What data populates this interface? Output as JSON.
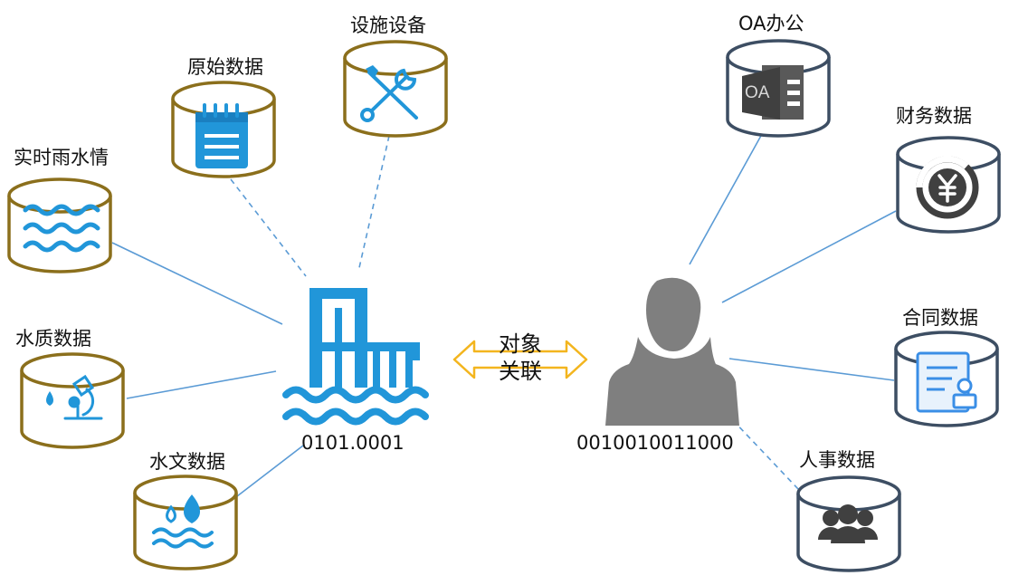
{
  "left_object": {
    "code": "0101.0001",
    "nodes": {
      "facility": "设施设备",
      "raw": "原始数据",
      "rain": "实时雨水情",
      "quality": "水质数据",
      "hydro": "水文数据"
    }
  },
  "right_object": {
    "code": "0010010011000",
    "nodes": {
      "oa": "OA办公",
      "finance": "财务数据",
      "contract": "合同数据",
      "hr": "人事数据"
    }
  },
  "link": {
    "line1": "对象",
    "line2": "关联"
  },
  "colors": {
    "water_blue": "#2196d9",
    "gold": "#8b6f1c",
    "slate": "#3d4e63",
    "connector": "#5b9bd5",
    "arrow": "#f3b51e",
    "person_gray": "#7f7f7f"
  }
}
